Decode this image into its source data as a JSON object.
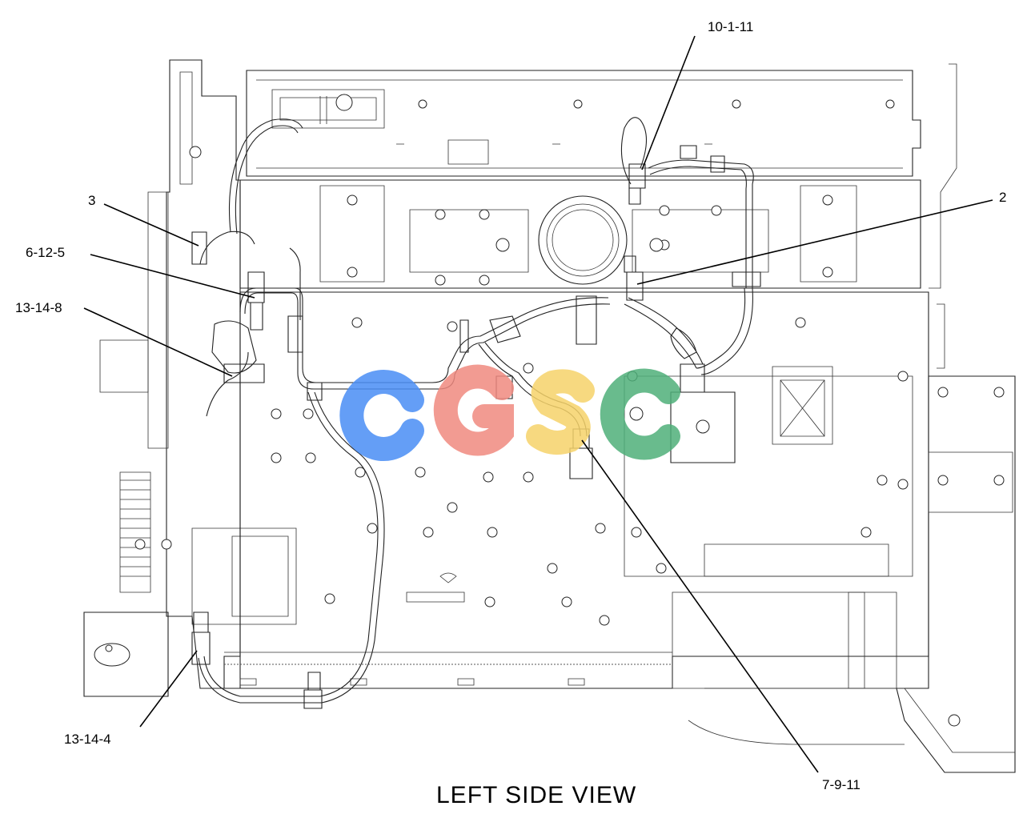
{
  "caption": "LEFT SIDE VIEW",
  "callouts": [
    {
      "id": "a",
      "label": "10-1-11"
    },
    {
      "id": "b",
      "label": "3"
    },
    {
      "id": "c",
      "label": "2"
    },
    {
      "id": "d",
      "label": "6-12-5"
    },
    {
      "id": "e",
      "label": "13-14-8"
    },
    {
      "id": "f",
      "label": "13-14-4"
    },
    {
      "id": "g",
      "label": "7-9-11"
    }
  ],
  "watermark": {
    "letters": [
      "C",
      "G",
      "S",
      "C"
    ],
    "colors": [
      "#4a8ef5",
      "#f08a80",
      "#f6d36a",
      "#4fb07a"
    ]
  }
}
